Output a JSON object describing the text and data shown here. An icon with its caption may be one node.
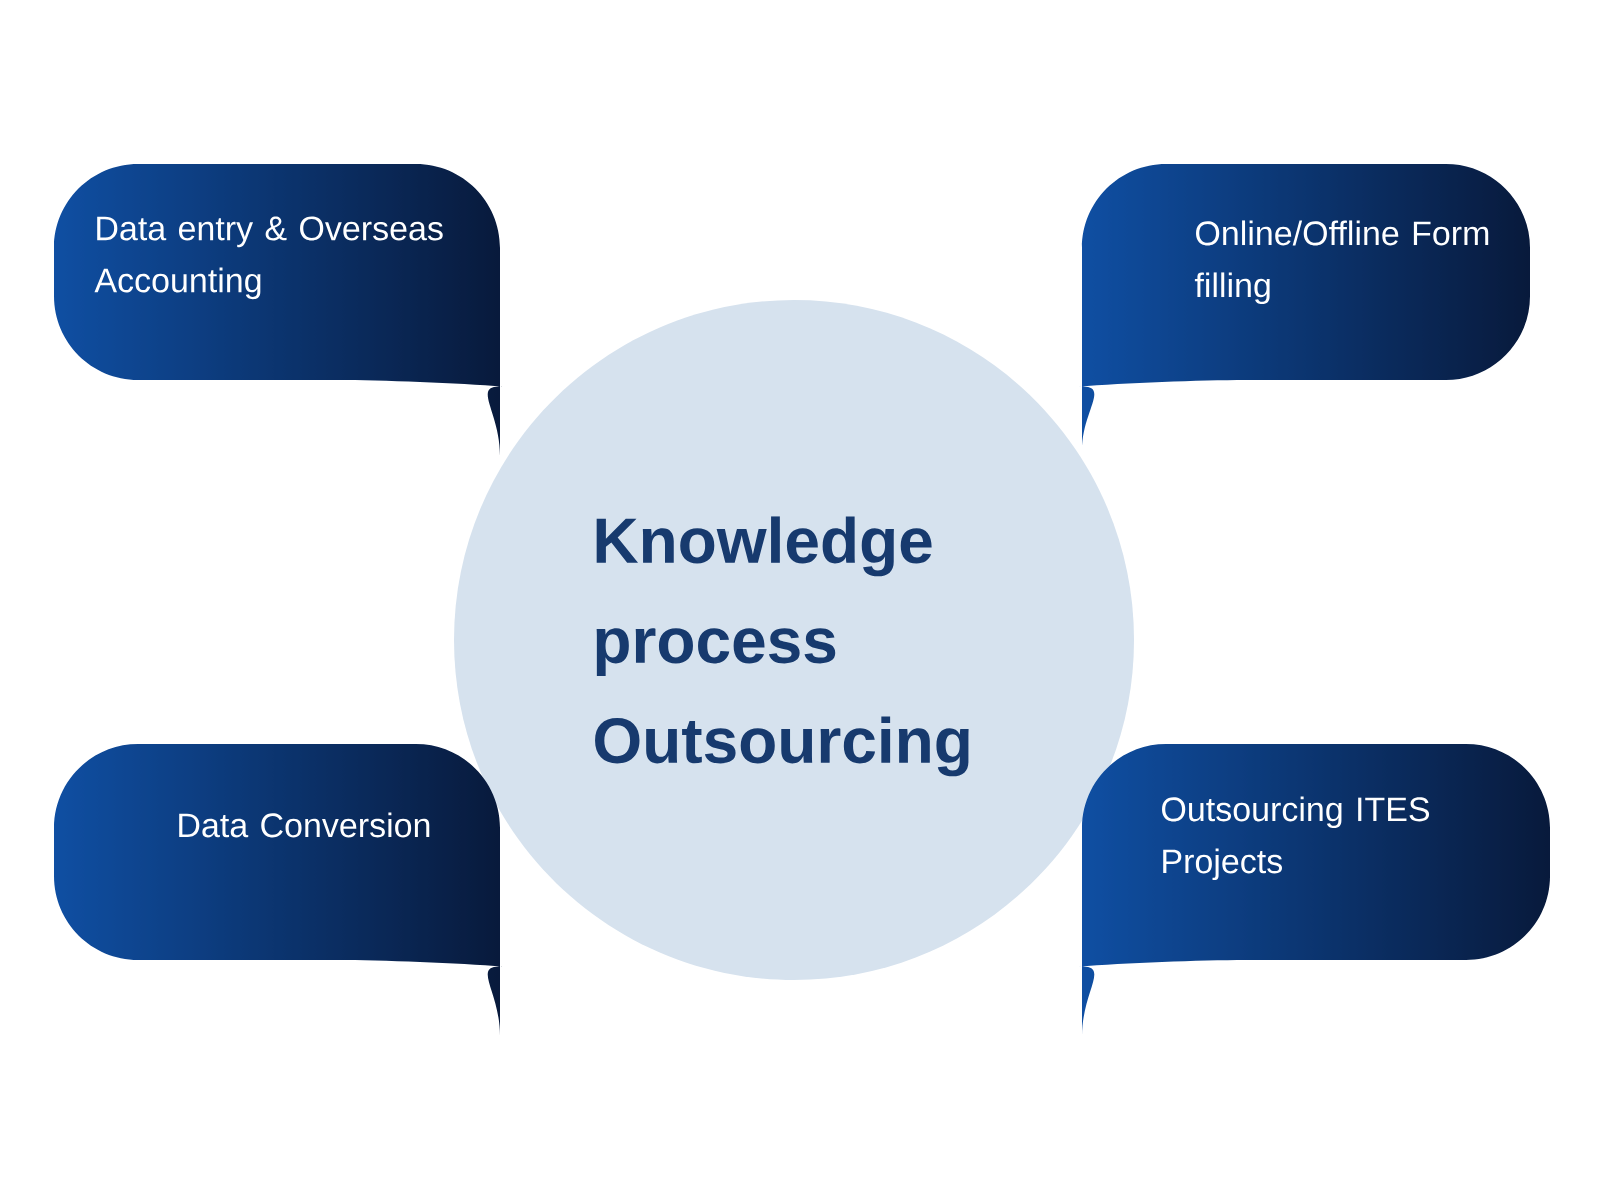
{
  "diagram": {
    "nodes": [
      {
        "text": [
          "Knowledge process Outsourcing"
        ]
      },
      {
        "text": [
          "Data entry & Overseas Accounting"
        ]
      },
      {
        "text": [
          "Online/Offline Form filling"
        ]
      },
      {
        "text": [
          "Data Conversion"
        ]
      },
      {
        "text": [
          "Outsourcing ITES Projects"
        ]
      }
    ]
  }
}
